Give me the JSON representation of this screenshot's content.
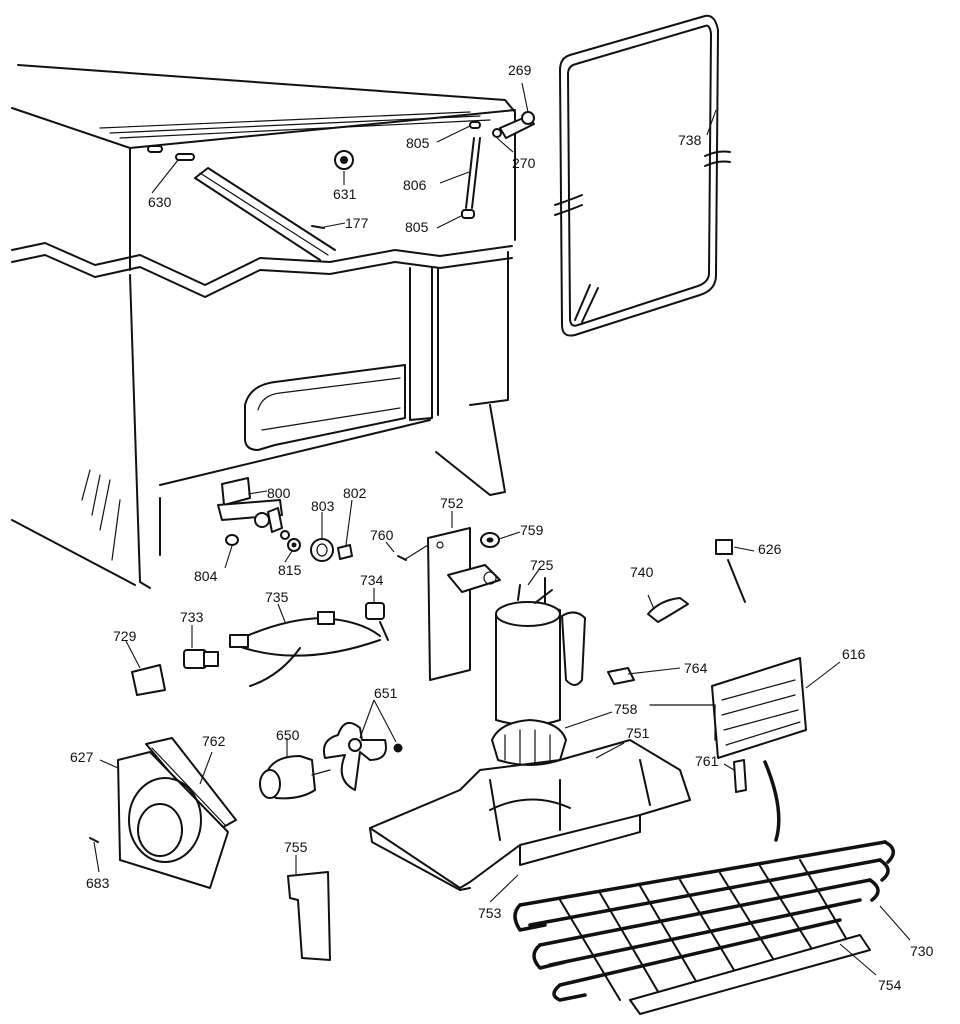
{
  "labels": {
    "l630": "630",
    "l631": "631",
    "l177": "177",
    "l269": "269",
    "l270": "270",
    "l805a": "805",
    "l806": "806",
    "l805b": "805",
    "l738": "738",
    "l800": "800",
    "l803": "803",
    "l802": "802",
    "l804": "804",
    "l815": "815",
    "l760": "760",
    "l752": "752",
    "l759": "759",
    "l725": "725",
    "l740": "740",
    "l626": "626",
    "l734": "734",
    "l735": "735",
    "l733": "733",
    "l729": "729",
    "l764": "764",
    "l616": "616",
    "l651": "651",
    "l650": "650",
    "l762": "762",
    "l627": "627",
    "l758": "758",
    "l751": "751",
    "l761": "761",
    "l683": "683",
    "l755": "755",
    "l753": "753",
    "l730": "730",
    "l754": "754"
  }
}
